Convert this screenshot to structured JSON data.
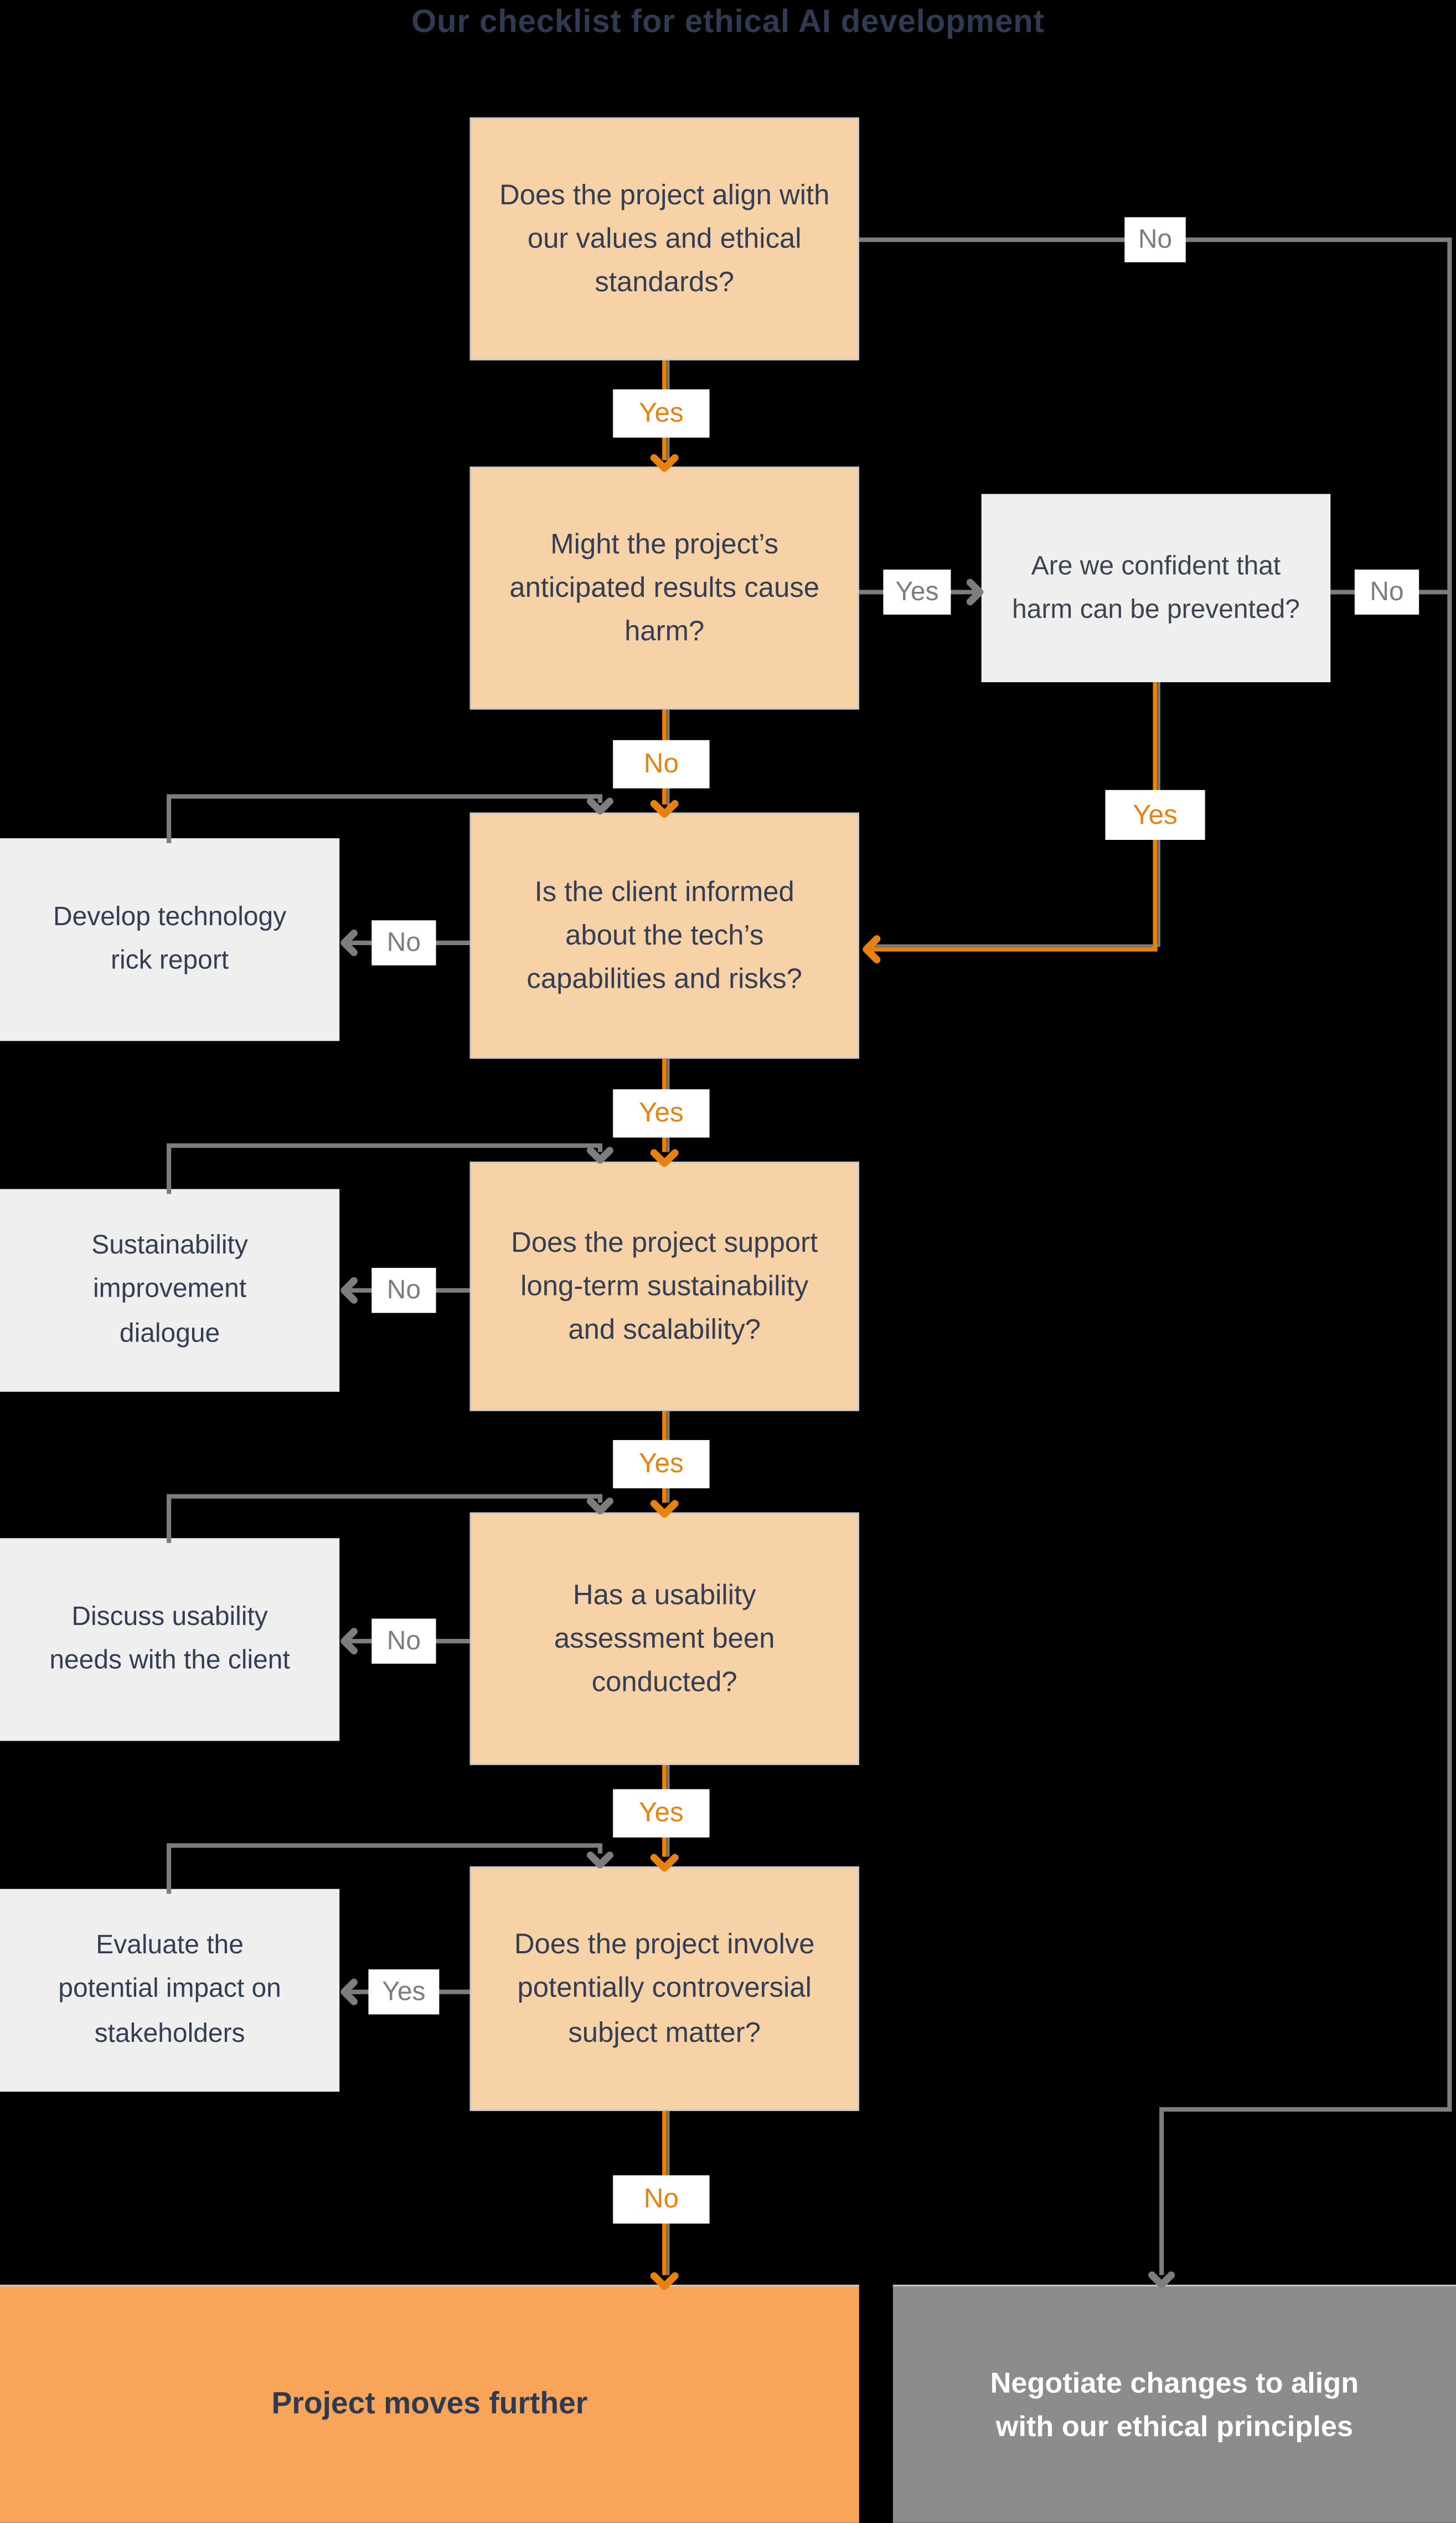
{
  "title": "Our checklist for ethical AI development",
  "colors": {
    "background": "#000000",
    "question_fill": "#f7d2a7",
    "question_border": "#cccccc",
    "side_fill": "#efefef",
    "text_dark": "#333e54",
    "accent_orange": "#e8820e",
    "line_gray": "#7d7d7d",
    "outcome_positive_fill": "#f8a55a",
    "outcome_negative_fill": "#8c8c8c",
    "outcome_negative_text": "#ffffff"
  },
  "questions": [
    {
      "text": "Does the project align with our values and ethical standards?"
    },
    {
      "text": "Might the project’s anticipated results cause harm?"
    },
    {
      "text": "Is the client informed about the tech’s capabilities and risks?"
    },
    {
      "text": "Does the project support long-term sustainability and scalability?"
    },
    {
      "text": "Has a usability assessment been conducted?"
    },
    {
      "text": "Does the project involve potentially controversial subject matter?"
    }
  ],
  "harm_box": {
    "text": "Are we confident that harm can be prevented?"
  },
  "side_boxes": [
    {
      "text": "Develop technology rick report"
    },
    {
      "text": "Sustainability improvement dialogue"
    },
    {
      "text": "Discuss usability needs with the client"
    },
    {
      "text": "Evaluate the potential impact on stakeholders"
    }
  ],
  "outcomes": {
    "positive": "Project moves further",
    "negative": "Negotiate changes to align with our ethical principles"
  },
  "labels": {
    "q1_no": "No",
    "q1_yes": "Yes",
    "q2_yes": "Yes",
    "q2_no": "No",
    "harm_no": "No",
    "harm_yes": "Yes",
    "q3_no": "No",
    "q3_yes": "Yes",
    "q4_no": "No",
    "q4_yes": "Yes",
    "q5_no": "No",
    "q5_yes": "Yes",
    "q6_yes": "Yes",
    "q6_no": "No"
  }
}
